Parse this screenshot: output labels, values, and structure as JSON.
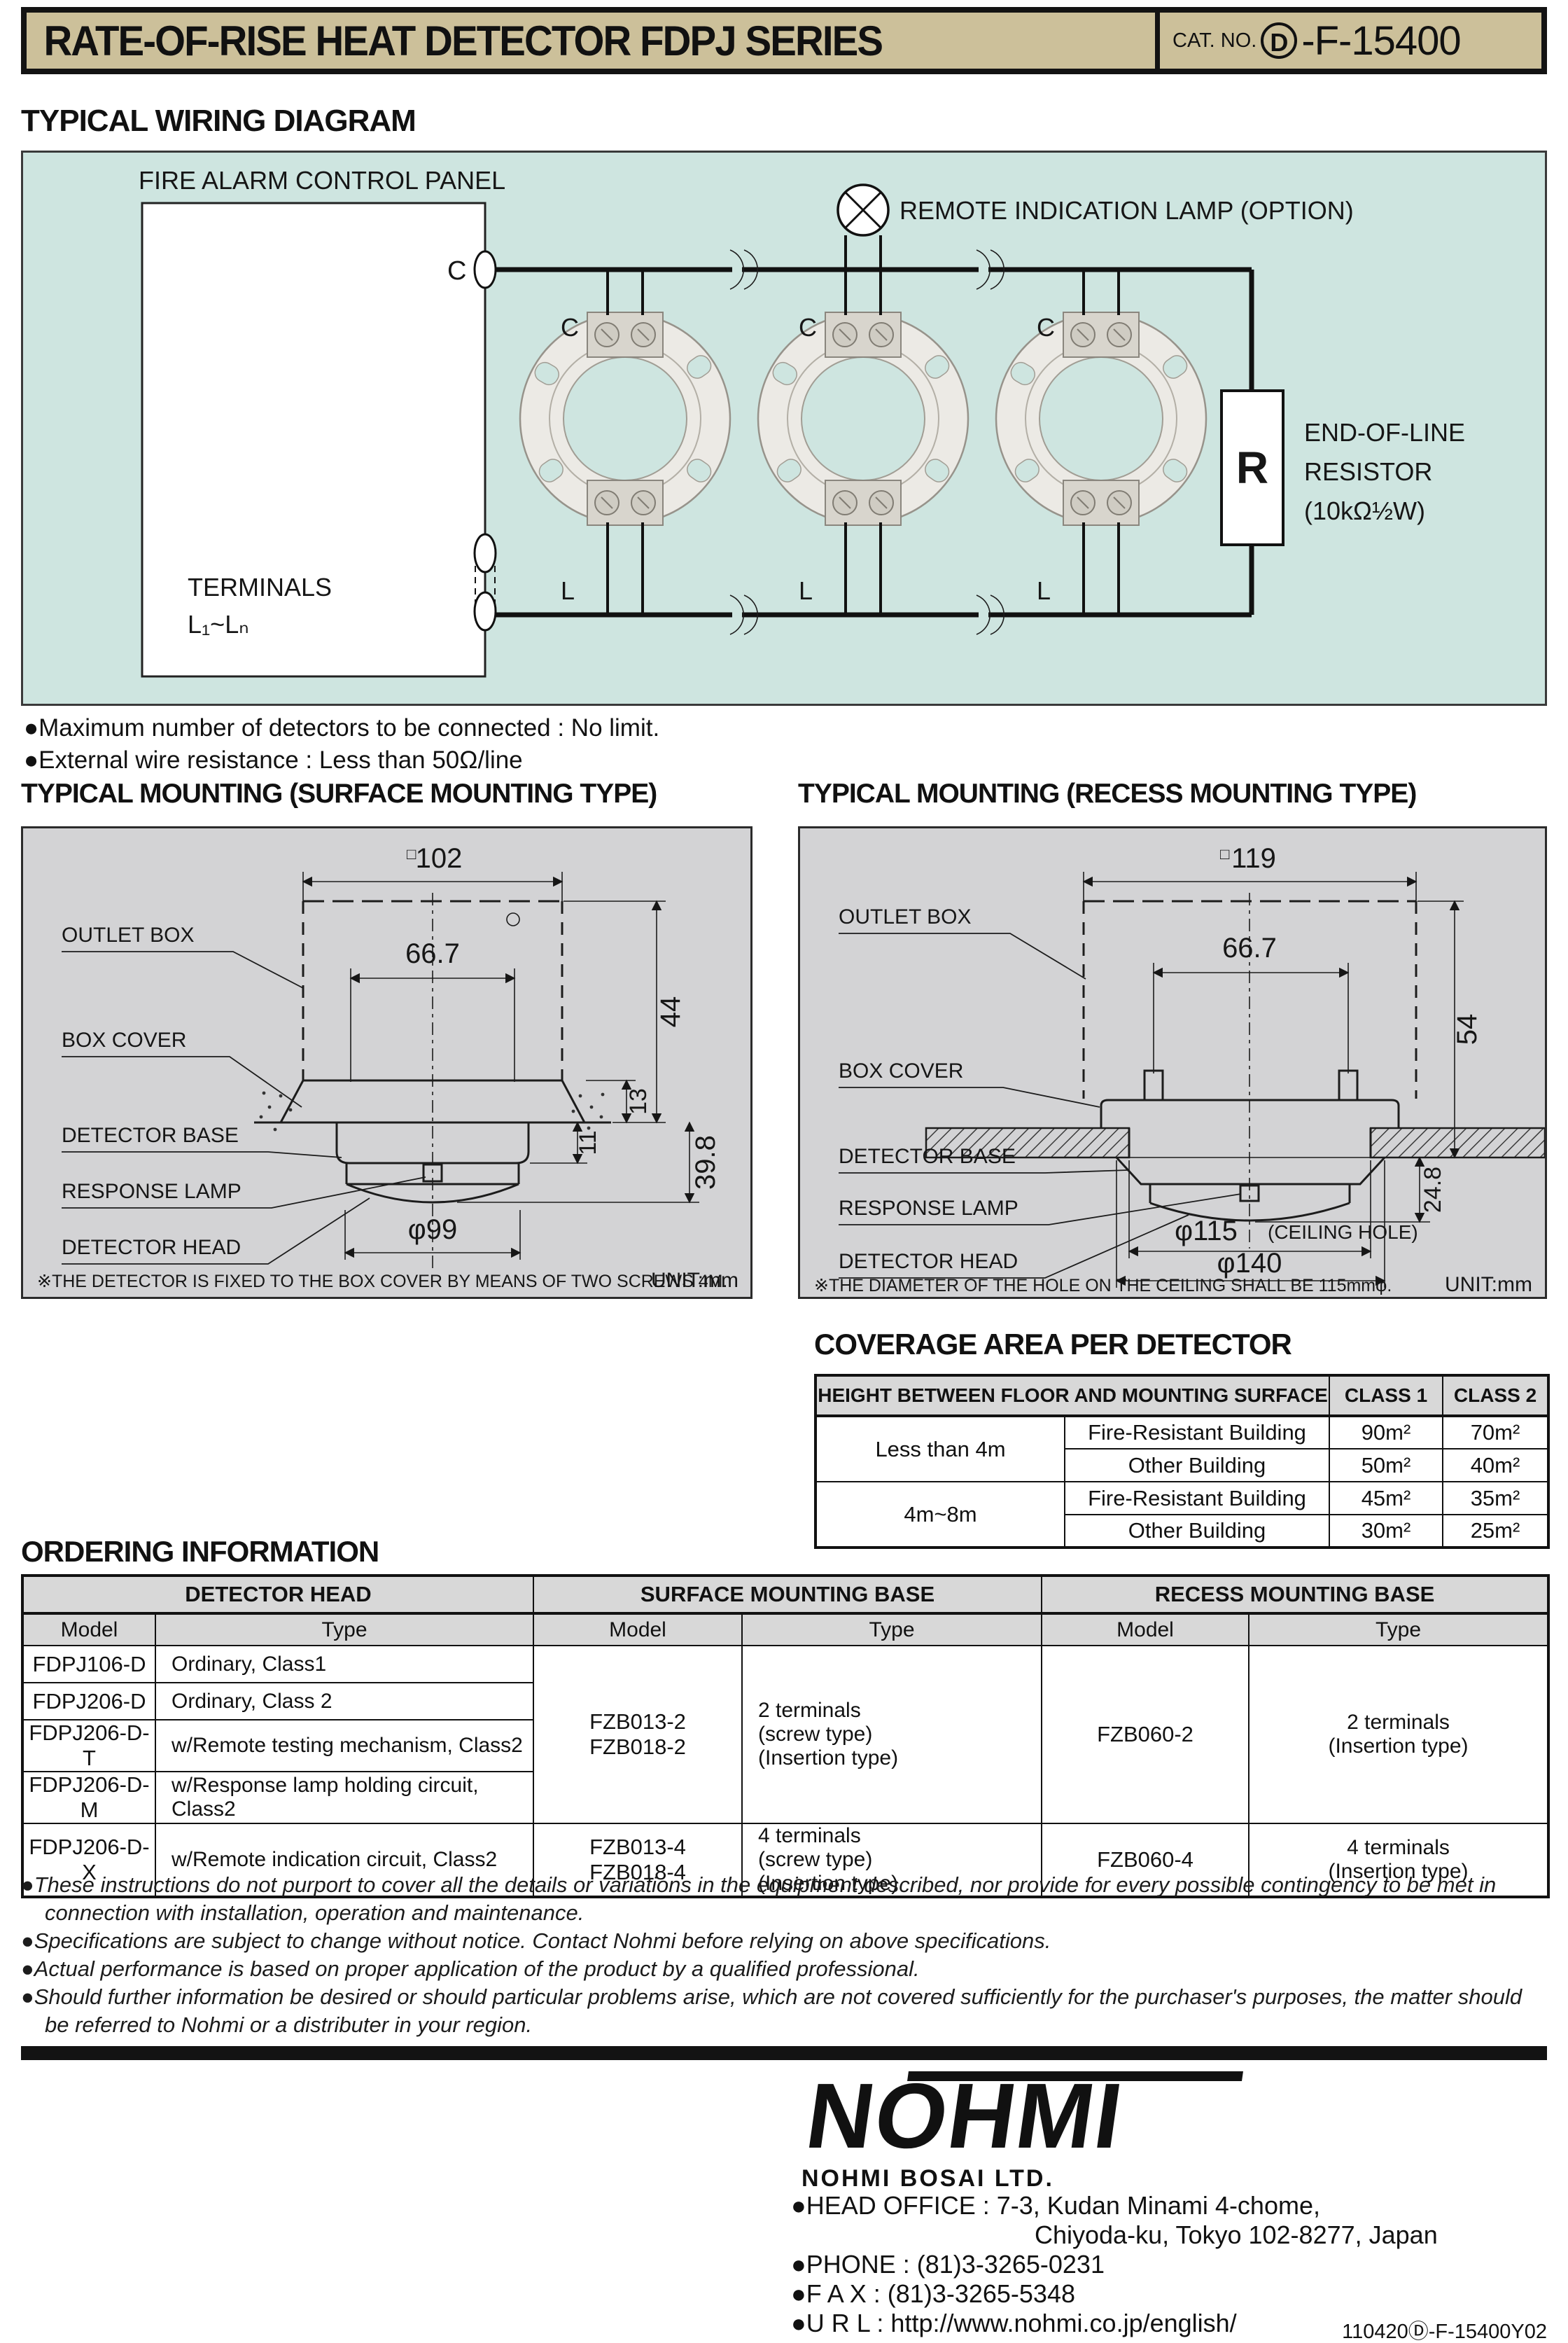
{
  "header": {
    "title": "RATE-OF-RISE HEAT DETECTOR FDPJ SERIES",
    "cat_label": "CAT. NO.",
    "cat_letter": "D",
    "cat_number": "-F-15400"
  },
  "wiring": {
    "heading": "TYPICAL WIRING DIAGRAM",
    "panel_label": "FIRE ALARM CONTROL PANEL",
    "lamp_label": "REMOTE INDICATION LAMP (OPTION)",
    "c_label": "C",
    "l_label": "L",
    "resistor_symbol": "R",
    "resistor_line1": "END-OF-LINE",
    "resistor_line2": "RESISTOR",
    "resistor_line3": "(10kΩ½W)",
    "terminals_label": "TERMINALS",
    "terminals_range": "L₁~Lₙ",
    "note1": "●Maximum number of detectors to be connected : No limit.",
    "note2": "●External wire resistance : Less than 50Ω/line"
  },
  "mounting_surface": {
    "heading": "TYPICAL MOUNTING (SURFACE MOUNTING TYPE)",
    "labels": {
      "outlet_box": "OUTLET BOX",
      "box_cover": "BOX COVER",
      "detector_base": "DETECTOR BASE",
      "response_lamp": "RESPONSE LAMP",
      "detector_head": "DETECTOR HEAD"
    },
    "dims": {
      "sq": "□",
      "width": "102",
      "inner": "66.7",
      "h44": "44",
      "h13": "13",
      "h11": "11",
      "h398": "39.8",
      "dia": "φ99"
    },
    "note": "※THE DETECTOR IS FIXED TO THE BOX COVER BY MEANS OF TWO SCREWS 4M.",
    "unit": "UNIT:mm"
  },
  "mounting_recess": {
    "heading": "TYPICAL MOUNTING (RECESS MOUNTING TYPE)",
    "labels": {
      "outlet_box": "OUTLET BOX",
      "box_cover": "BOX COVER",
      "detector_base": "DETECTOR BASE",
      "response_lamp": "RESPONSE LAMP",
      "detector_head": "DETECTOR HEAD"
    },
    "dims": {
      "sq": "□",
      "width": "119",
      "inner": "66.7",
      "h54": "54",
      "h248": "24.8",
      "hole": "φ115",
      "hole_note": "(CEILING HOLE)",
      "dia": "φ140"
    },
    "note": "※THE DIAMETER OF THE HOLE ON THE CEILING SHALL BE 115mmφ.",
    "unit": "UNIT:mm"
  },
  "coverage": {
    "heading": "COVERAGE AREA PER DETECTOR",
    "col_height": "HEIGHT BETWEEN FLOOR AND MOUNTING SURFACE",
    "col_class1": "CLASS 1",
    "col_class2": "CLASS 2",
    "rows": [
      {
        "height": "Less than 4m",
        "building": "Fire-Resistant Building",
        "class1": "90m²",
        "class2": "70m²"
      },
      {
        "building": "Other Building",
        "class1": "50m²",
        "class2": "40m²"
      },
      {
        "height": "4m~8m",
        "building": "Fire-Resistant Building",
        "class1": "45m²",
        "class2": "35m²"
      },
      {
        "building": "Other Building",
        "class1": "30m²",
        "class2": "25m²"
      }
    ]
  },
  "ordering": {
    "heading": "ORDERING INFORMATION",
    "group_detector": "DETECTOR HEAD",
    "group_surface": "SURFACE MOUNTING BASE",
    "group_recess": "RECESS MOUNTING BASE",
    "col_model": "Model",
    "col_type": "Type",
    "rows": [
      {
        "model": "FDPJ106-D",
        "type": "Ordinary, Class1"
      },
      {
        "model": "FDPJ206-D",
        "type": "Ordinary, Class 2"
      },
      {
        "model": "FDPJ206-D-T",
        "type": "w/Remote testing mechanism, Class2"
      },
      {
        "model": "FDPJ206-D-M",
        "type": "w/Response lamp holding circuit, Class2"
      },
      {
        "model": "FDPJ206-D-X",
        "type": "w/Remote indication circuit, Class2"
      }
    ],
    "surface_2t": {
      "model1": "FZB013-2",
      "model2": "FZB018-2",
      "type1": "2 terminals",
      "type2": "(screw type)",
      "type3": "(Insertion type)"
    },
    "surface_4t": {
      "model1": "FZB013-4",
      "model2": "FZB018-4",
      "type1": "4 terminals",
      "type2": "(screw type)",
      "type3": "(Insertion type)"
    },
    "recess_2t": {
      "model": "FZB060-2",
      "type1": "2 terminals",
      "type2": "(Insertion type)"
    },
    "recess_4t": {
      "model": "FZB060-4",
      "type1": "4 terminals",
      "type2": "(Insertion type)"
    }
  },
  "footer": {
    "notes": [
      "●These instructions do not purport to cover all the details or variations in the equipment described, nor provide for every possible contingency to be met in connection with installation, operation and maintenance.",
      "●Specifications are subject to change without notice. Contact Nohmi before relying on above specifications.",
      "●Actual performance is based on proper application of the product by a qualified professional.",
      "●Should further information be desired or should particular problems arise, which are not covered sufficiently for the purchaser's purposes, the matter should be referred to Nohmi or a distributer in your region."
    ],
    "logo": "NOHMI",
    "company": "NOHMI BOSAI LTD.",
    "contact1": "●HEAD OFFICE : 7-3, Kudan Minami 4-chome,",
    "contact1b": "Chiyoda-ku, Tokyo 102-8277, Japan",
    "contact2": "●PHONE : (81)3-3265-0231",
    "contact3": "●F A X : (81)3-3265-5348",
    "contact4": "●U R L : http://www.nohmi.co.jp/english/",
    "doc_code": "110420Ⓓ-F-15400Y02"
  }
}
